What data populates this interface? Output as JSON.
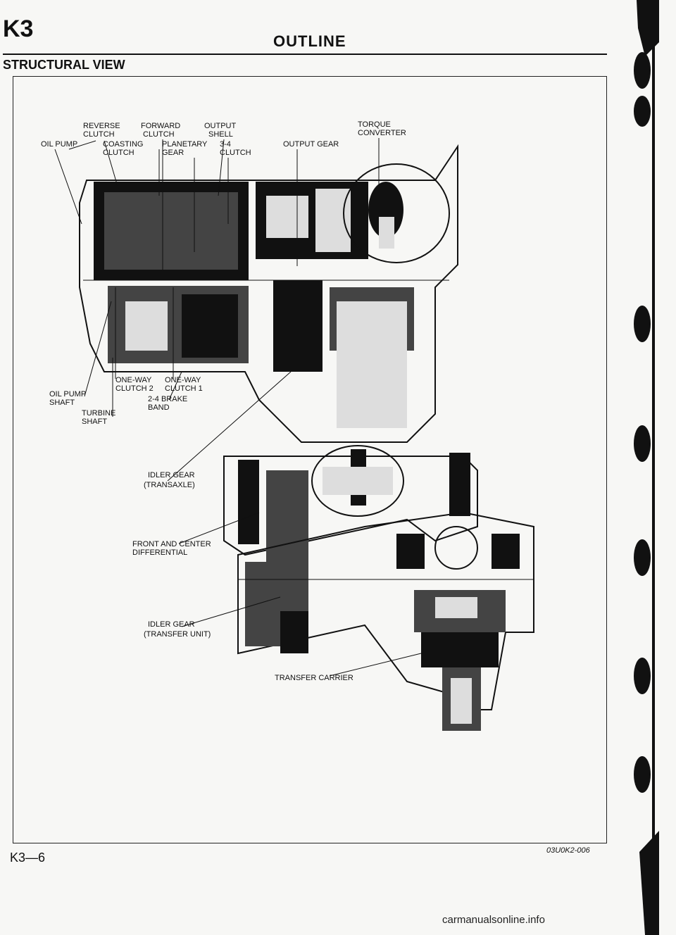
{
  "header": {
    "section_code": "K3",
    "title": "OUTLINE",
    "section_heading": "STRUCTURAL VIEW"
  },
  "figure": {
    "labels": {
      "reverse_clutch_1": "REVERSE",
      "reverse_clutch_2": "CLUTCH",
      "forward_clutch_1": "FORWARD",
      "forward_clutch_2": "CLUTCH",
      "output_shell_1": "OUTPUT",
      "output_shell_2": "SHELL",
      "torque_converter_1": "TORQUE",
      "torque_converter_2": "CONVERTER",
      "oil_pump": "OIL PUMP",
      "coasting_clutch_1": "COASTING",
      "coasting_clutch_2": "CLUTCH",
      "planetary_gear_1": "PLANETARY",
      "planetary_gear_2": "GEAR",
      "clutch_34_1": "3-4",
      "clutch_34_2": "CLUTCH",
      "output_gear": "OUTPUT GEAR",
      "one_way_clutch_2_1": "ONE-WAY",
      "one_way_clutch_2_2": "CLUTCH 2",
      "one_way_clutch_1_1": "ONE-WAY",
      "one_way_clutch_1_2": "CLUTCH 1",
      "oil_pump_shaft_1": "OIL PUMP",
      "oil_pump_shaft_2": "SHAFT",
      "brake_band_1": "2-4 BRAKE",
      "brake_band_2": "BAND",
      "turbine_shaft_1": "TURBINE",
      "turbine_shaft_2": "SHAFT",
      "idler_gear_transaxle_1": "IDLER GEAR",
      "idler_gear_transaxle_2": "(TRANSAXLE)",
      "front_center_diff_1": "FRONT AND CENTER",
      "front_center_diff_2": "DIFFERENTIAL",
      "idler_gear_transfer_1": "IDLER GEAR",
      "idler_gear_transfer_2": "(TRANSFER UNIT)",
      "transfer_carrier": "TRANSFER CARRIER"
    },
    "figure_code": "03U0K2-006"
  },
  "footer": {
    "page_number": "K3—6",
    "watermark": "carmanualsonline.info"
  }
}
